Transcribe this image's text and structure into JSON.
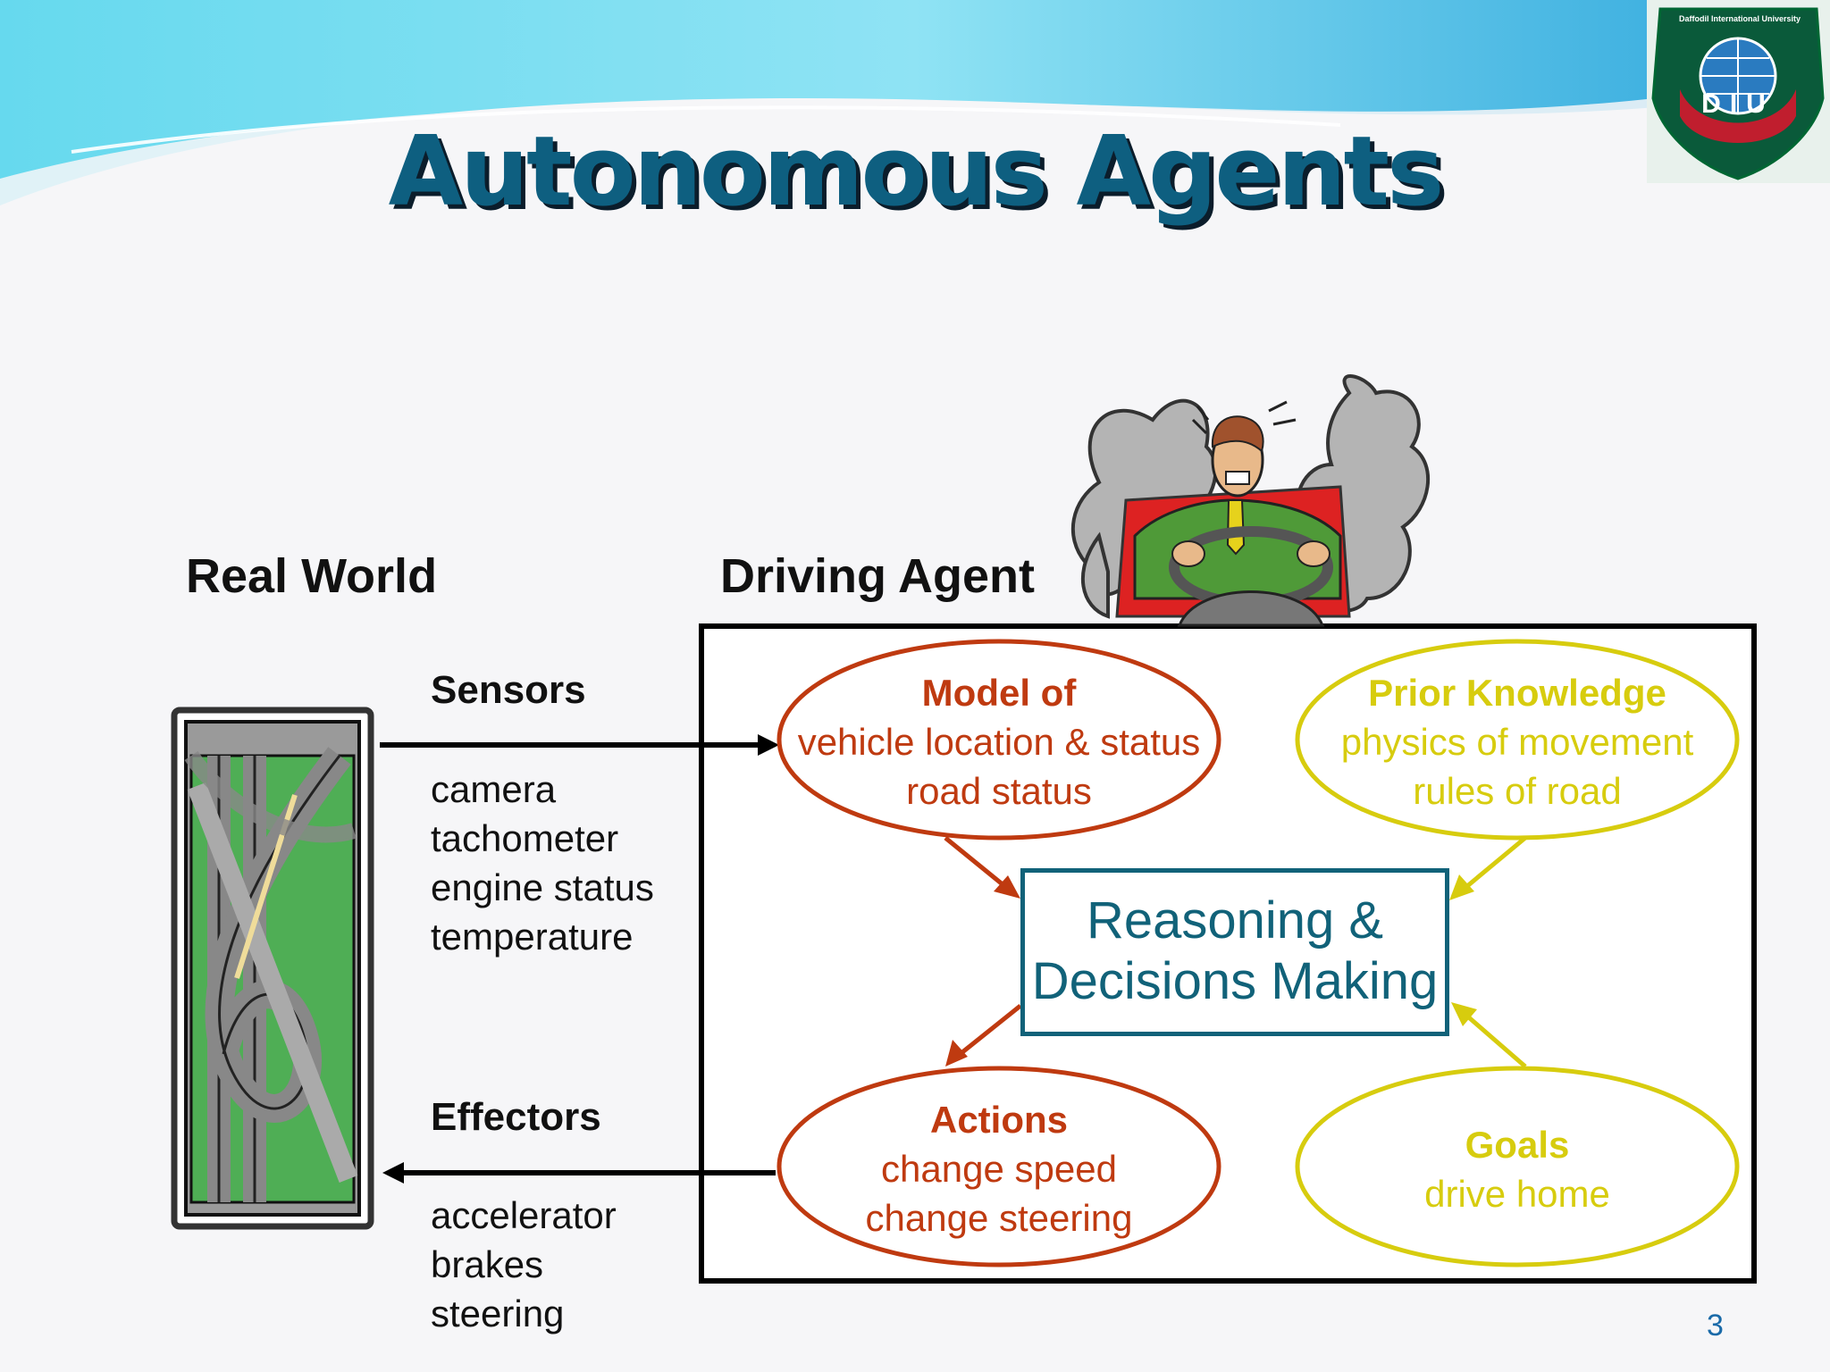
{
  "slide": {
    "title": "Autonomous Agents",
    "page_number": "3"
  },
  "logo": {
    "text": "Daffodil International University",
    "initials": "DIU"
  },
  "real_world": {
    "label": "Real World"
  },
  "driving_agent": {
    "label": "Driving Agent"
  },
  "sensors": {
    "label": "Sensors",
    "items": [
      "camera",
      "tachometer",
      "engine status",
      "temperature"
    ]
  },
  "effectors": {
    "label": "Effectors",
    "items": [
      "accelerator",
      "brakes",
      "steering"
    ]
  },
  "nodes": {
    "model": {
      "title": "Model of",
      "lines": [
        "vehicle location & status",
        "road status"
      ]
    },
    "prior": {
      "title": "Prior Knowledge",
      "lines": [
        "physics of movement",
        "rules of road"
      ]
    },
    "reasoning": {
      "lines": [
        "Reasoning &",
        "Decisions Making"
      ]
    },
    "actions": {
      "title": "Actions",
      "lines": [
        "change speed",
        "change steering"
      ]
    },
    "goals": {
      "title": "Goals",
      "lines": [
        "drive home"
      ]
    }
  },
  "colors": {
    "title": "#0e5f80",
    "model_actions": "#bf3a10",
    "prior_goals": "#d7cc0e",
    "reasoning": "#116279"
  }
}
